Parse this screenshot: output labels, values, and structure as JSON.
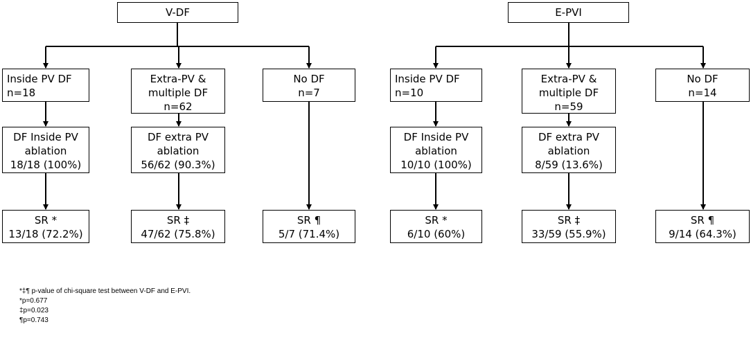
{
  "left_tree": {
    "root": "V-DF",
    "branches": [
      {
        "group": [
          "Inside PV DF",
          "n=18"
        ],
        "ablation": [
          "DF Inside PV",
          "ablation",
          "18/18 (100%)"
        ],
        "outcome": [
          "SR *",
          "13/18 (72.2%)"
        ]
      },
      {
        "group": [
          "Extra-PV &",
          "multiple DF",
          "n=62"
        ],
        "ablation": [
          "DF extra PV",
          "ablation",
          "56/62 (90.3%)"
        ],
        "outcome": [
          "SR ‡",
          "47/62 (75.8%)"
        ]
      },
      {
        "group": [
          "No DF",
          "n=7"
        ],
        "outcome": [
          "SR ¶",
          "5/7 (71.4%)"
        ]
      }
    ]
  },
  "right_tree": {
    "root": "E-PVI",
    "branches": [
      {
        "group": [
          "Inside PV DF",
          "n=10"
        ],
        "ablation": [
          "DF Inside PV",
          "ablation",
          "10/10 (100%)"
        ],
        "outcome": [
          "SR *",
          "6/10 (60%)"
        ]
      },
      {
        "group": [
          "Extra-PV &",
          "multiple DF",
          "n=59"
        ],
        "ablation": [
          "DF extra PV",
          "ablation",
          "8/59 (13.6%)"
        ],
        "outcome": [
          "SR ‡",
          "33/59 (55.9%)"
        ]
      },
      {
        "group": [
          "No DF",
          "n=14"
        ],
        "outcome": [
          "SR ¶",
          "9/14 (64.3%)"
        ]
      }
    ]
  },
  "footnotes": [
    "*‡¶ p-value of chi-square test between V-DF and E-PVI.",
    "*p=0.677",
    "‡p=0.023",
    "¶p=0.743"
  ]
}
